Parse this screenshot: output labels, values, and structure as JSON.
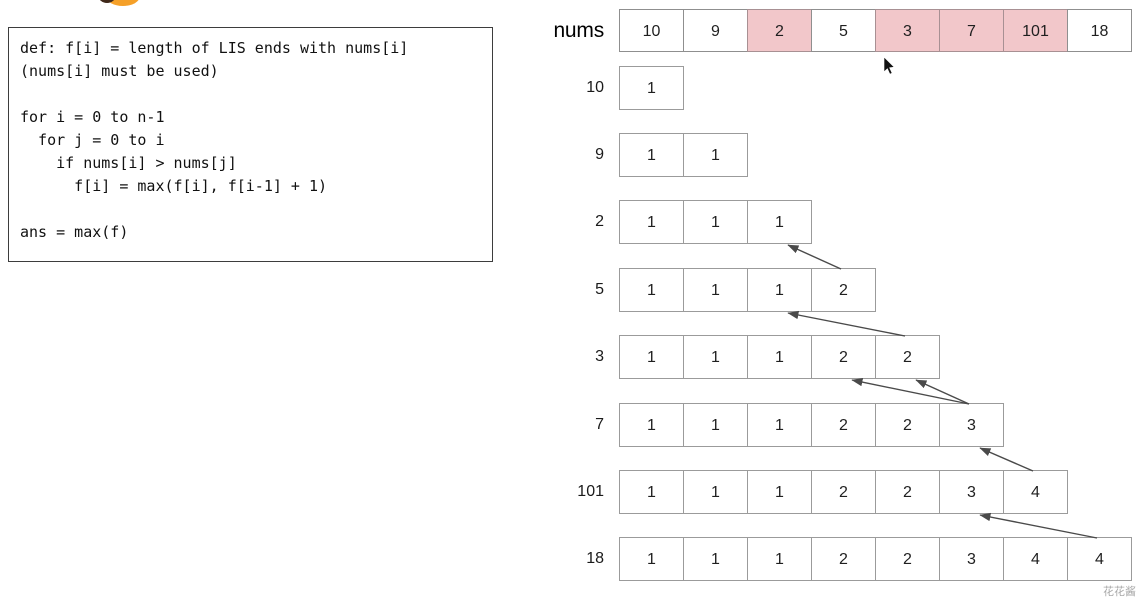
{
  "colors": {
    "highlight_pink": "#f2c7ca",
    "cell_border": "#9b9b9b",
    "arrow": "#4a4a4a",
    "code_border": "#3d3d3d",
    "logo_orange": "#f5a028",
    "logo_dark": "#40291a",
    "watermark_gray": "#a8a8a8"
  },
  "code_panel": {
    "text": "def: f[i] = length of LIS ends with nums[i]\n(nums[i] must be used)\n\nfor i = 0 to n-1\n  for j = 0 to i\n    if nums[i] > nums[j]\n      f[i] = max(f[i], f[i-1] + 1)\n\nans = max(f)"
  },
  "nums_row": {
    "label": "nums",
    "values": [
      "10",
      "9",
      "2",
      "5",
      "3",
      "7",
      "101",
      "18"
    ],
    "highlighted_indices": [
      2,
      4,
      5,
      6
    ]
  },
  "dp_rows": [
    {
      "label": "10",
      "values": [
        "1"
      ]
    },
    {
      "label": "9",
      "values": [
        "1",
        "1"
      ]
    },
    {
      "label": "2",
      "values": [
        "1",
        "1",
        "1"
      ]
    },
    {
      "label": "5",
      "values": [
        "1",
        "1",
        "1",
        "2"
      ]
    },
    {
      "label": "3",
      "values": [
        "1",
        "1",
        "1",
        "2",
        "2"
      ]
    },
    {
      "label": "7",
      "values": [
        "1",
        "1",
        "1",
        "2",
        "2",
        "3"
      ]
    },
    {
      "label": "101",
      "values": [
        "1",
        "1",
        "1",
        "2",
        "2",
        "3",
        "4"
      ]
    },
    {
      "label": "18",
      "values": [
        "1",
        "1",
        "1",
        "2",
        "2",
        "3",
        "4",
        "4"
      ]
    }
  ],
  "arrows": [
    {
      "from_row": 3,
      "from_col": 3,
      "to_row": 2,
      "to_col": 2
    },
    {
      "from_row": 4,
      "from_col": 4,
      "to_row": 3,
      "to_col": 2
    },
    {
      "from_row": 5,
      "from_col": 5,
      "to_row": 4,
      "to_col": 3
    },
    {
      "from_row": 5,
      "from_col": 5,
      "to_row": 4,
      "to_col": 4
    },
    {
      "from_row": 6,
      "from_col": 6,
      "to_row": 5,
      "to_col": 5
    },
    {
      "from_row": 7,
      "from_col": 7,
      "to_row": 6,
      "to_col": 5
    }
  ],
  "watermark": "花花酱"
}
